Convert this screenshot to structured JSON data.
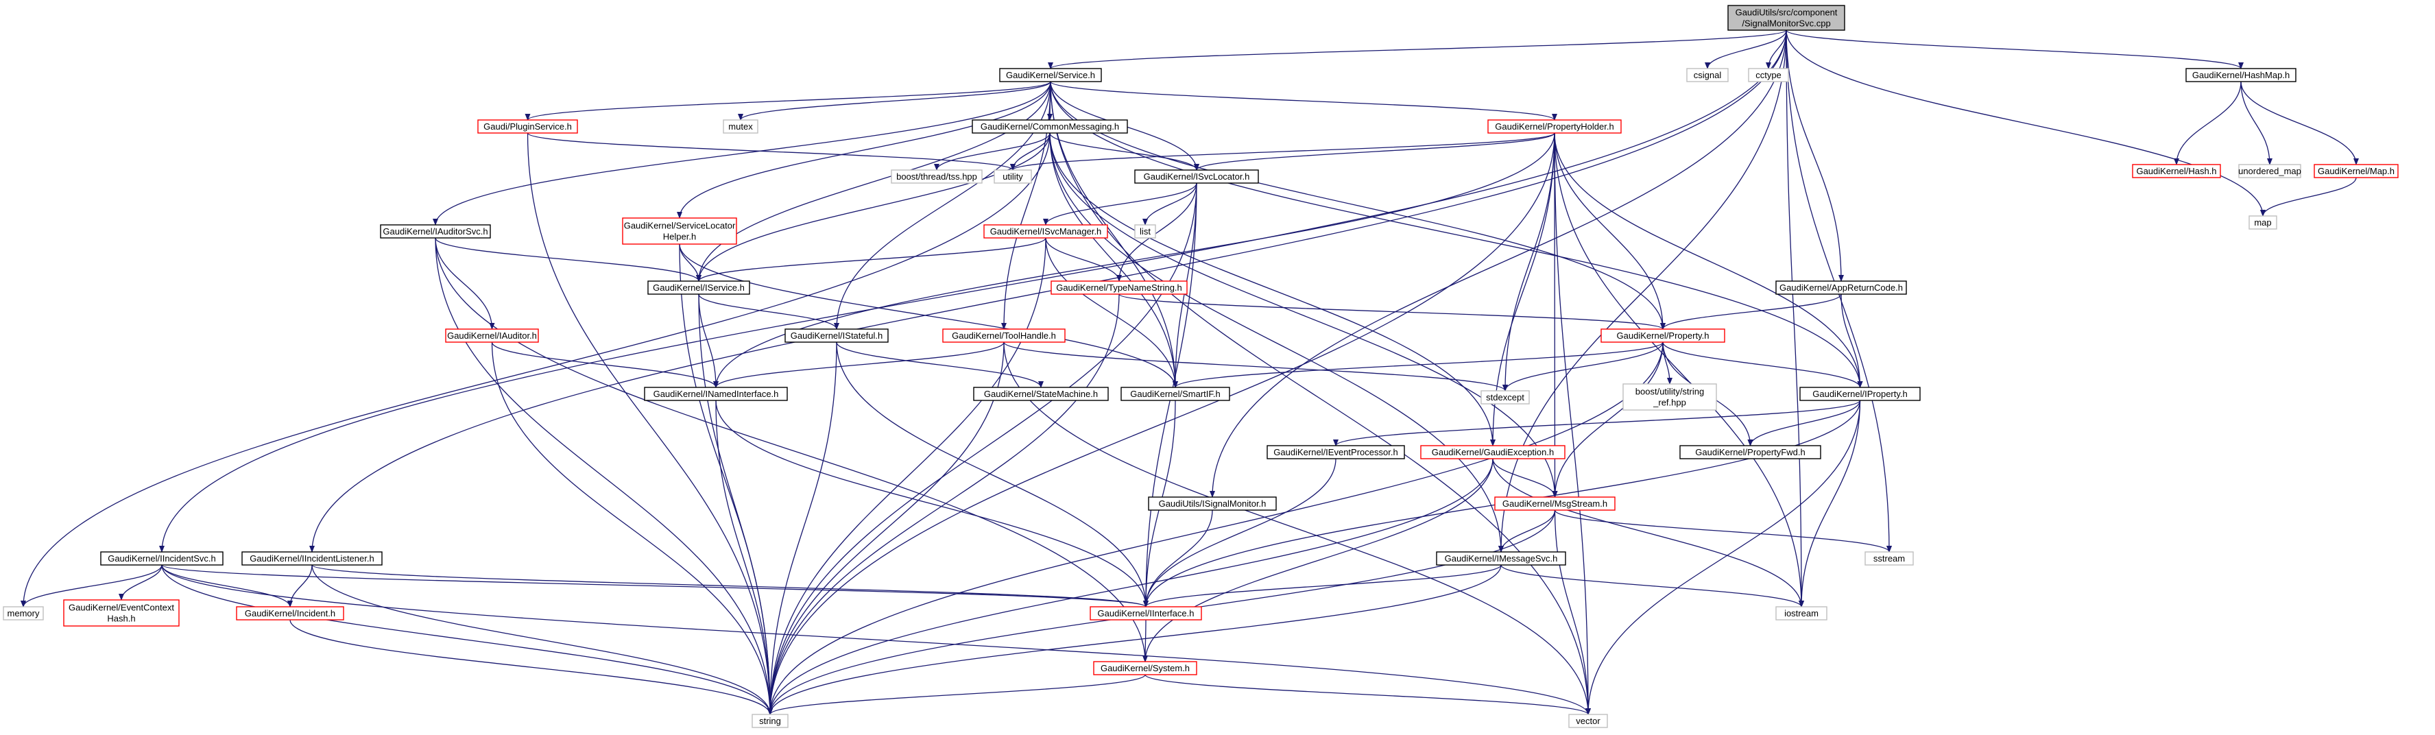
{
  "colors": {
    "background": "#ffffff",
    "edge": "#191970",
    "border_documented": "#000000",
    "border_undocumented": "#bfbfbf",
    "border_truncated": "#ff0000",
    "root_fill": "#bfbfbf",
    "fill": "#ffffff"
  },
  "nodes": [
    {
      "id": "root",
      "style": "root",
      "lines": [
        "GaudiUtils/src/component",
        "/SignalMonitorSvc.cpp"
      ]
    },
    {
      "id": "service",
      "style": "doc",
      "lines": [
        "GaudiKernel/Service.h"
      ]
    },
    {
      "id": "csignal",
      "style": "sys",
      "lines": [
        "csignal"
      ]
    },
    {
      "id": "cctype",
      "style": "sys",
      "lines": [
        "cctype"
      ]
    },
    {
      "id": "hashmap",
      "style": "doc",
      "lines": [
        "GaudiKernel/HashMap.h"
      ]
    },
    {
      "id": "hash",
      "style": "red",
      "lines": [
        "GaudiKernel/Hash.h"
      ]
    },
    {
      "id": "unordered_map",
      "style": "sys",
      "lines": [
        "unordered_map"
      ]
    },
    {
      "id": "mapH",
      "style": "red",
      "lines": [
        "GaudiKernel/Map.h"
      ]
    },
    {
      "id": "map",
      "style": "sys",
      "lines": [
        "map"
      ]
    },
    {
      "id": "pluginservice",
      "style": "red",
      "lines": [
        "Gaudi/PluginService.h"
      ]
    },
    {
      "id": "mutex",
      "style": "sys",
      "lines": [
        "mutex"
      ]
    },
    {
      "id": "commonmessaging",
      "style": "doc",
      "lines": [
        "GaudiKernel/CommonMessaging.h"
      ]
    },
    {
      "id": "propertyholder",
      "style": "red",
      "lines": [
        "GaudiKernel/PropertyHolder.h"
      ]
    },
    {
      "id": "boostthread",
      "style": "sys",
      "lines": [
        "boost/thread/tss.hpp"
      ]
    },
    {
      "id": "utility",
      "style": "sys",
      "lines": [
        "utility"
      ]
    },
    {
      "id": "isvclocator",
      "style": "doc",
      "lines": [
        "GaudiKernel/ISvcLocator.h"
      ]
    },
    {
      "id": "list",
      "style": "sys",
      "lines": [
        "list"
      ]
    },
    {
      "id": "iauditorsvc",
      "style": "doc",
      "lines": [
        "GaudiKernel/IAuditorSvc.h"
      ]
    },
    {
      "id": "servicelocator",
      "style": "red",
      "lines": [
        "GaudiKernel/ServiceLocator",
        "Helper.h"
      ]
    },
    {
      "id": "isvcmanager",
      "style": "red",
      "lines": [
        "GaudiKernel/ISvcManager.h"
      ]
    },
    {
      "id": "typenamestring",
      "style": "red",
      "lines": [
        "GaudiKernel/TypeNameString.h"
      ]
    },
    {
      "id": "appreturncode",
      "style": "doc",
      "lines": [
        "GaudiKernel/AppReturnCode.h"
      ]
    },
    {
      "id": "iservice",
      "style": "doc",
      "lines": [
        "GaudiKernel/IService.h"
      ]
    },
    {
      "id": "iauditor",
      "style": "red",
      "lines": [
        "GaudiKernel/IAuditor.h"
      ]
    },
    {
      "id": "istateful",
      "style": "doc",
      "lines": [
        "GaudiKernel/IStateful.h"
      ]
    },
    {
      "id": "toolhandle",
      "style": "red",
      "lines": [
        "GaudiKernel/ToolHandle.h"
      ]
    },
    {
      "id": "property",
      "style": "red",
      "lines": [
        "GaudiKernel/Property.h"
      ]
    },
    {
      "id": "stdexcept",
      "style": "sys",
      "lines": [
        "stdexcept"
      ]
    },
    {
      "id": "boostutility",
      "style": "sys",
      "lines": [
        "boost/utility/string",
        "_ref.hpp"
      ]
    },
    {
      "id": "iproperty",
      "style": "doc",
      "lines": [
        "GaudiKernel/IProperty.h"
      ]
    },
    {
      "id": "inamedinterface",
      "style": "doc",
      "lines": [
        "GaudiKernel/INamedInterface.h"
      ]
    },
    {
      "id": "statemachine",
      "style": "doc",
      "lines": [
        "GaudiKernel/StateMachine.h"
      ]
    },
    {
      "id": "smartif",
      "style": "doc",
      "lines": [
        "GaudiKernel/SmartIF.h"
      ]
    },
    {
      "id": "ieventprocessor",
      "style": "doc",
      "lines": [
        "GaudiKernel/IEventProcessor.h"
      ]
    },
    {
      "id": "gaudiexception",
      "style": "red",
      "lines": [
        "GaudiKernel/GaudiException.h"
      ]
    },
    {
      "id": "propertyfwd",
      "style": "doc",
      "lines": [
        "GaudiKernel/PropertyFwd.h"
      ]
    },
    {
      "id": "isignalmonitor",
      "style": "doc",
      "lines": [
        "GaudiUtils/ISignalMonitor.h"
      ]
    },
    {
      "id": "msgstream",
      "style": "red",
      "lines": [
        "GaudiKernel/MsgStream.h"
      ]
    },
    {
      "id": "sstream",
      "style": "sys",
      "lines": [
        "sstream"
      ]
    },
    {
      "id": "iincidentsvc",
      "style": "doc",
      "lines": [
        "GaudiKernel/IIncidentSvc.h"
      ]
    },
    {
      "id": "iincidentlistener",
      "style": "doc",
      "lines": [
        "GaudiKernel/IIncidentListener.h"
      ]
    },
    {
      "id": "imessagesvc",
      "style": "doc",
      "lines": [
        "GaudiKernel/IMessageSvc.h"
      ]
    },
    {
      "id": "memory",
      "style": "sys",
      "lines": [
        "memory"
      ]
    },
    {
      "id": "eventcontexthash",
      "style": "red",
      "lines": [
        "GaudiKernel/EventContext",
        "Hash.h"
      ]
    },
    {
      "id": "iincident",
      "style": "red",
      "lines": [
        "GaudiKernel/Incident.h"
      ]
    },
    {
      "id": "iinterface",
      "style": "red",
      "lines": [
        "GaudiKernel/IInterface.h"
      ]
    },
    {
      "id": "iostream",
      "style": "sys",
      "lines": [
        "iostream"
      ]
    },
    {
      "id": "system",
      "style": "red",
      "lines": [
        "GaudiKernel/System.h"
      ]
    },
    {
      "id": "string",
      "style": "sys",
      "lines": [
        "string"
      ]
    },
    {
      "id": "vector",
      "style": "sys",
      "lines": [
        "vector"
      ]
    }
  ],
  "edges": [
    [
      "root",
      "service"
    ],
    [
      "root",
      "csignal"
    ],
    [
      "root",
      "cctype"
    ],
    [
      "root",
      "hashmap"
    ],
    [
      "root",
      "iincidentsvc"
    ],
    [
      "root",
      "iincidentlistener"
    ],
    [
      "root",
      "isignalmonitor"
    ],
    [
      "root",
      "appreturncode"
    ],
    [
      "root",
      "map"
    ],
    [
      "root",
      "sstream"
    ],
    [
      "root",
      "iostream"
    ],
    [
      "root",
      "imessagesvc"
    ],
    [
      "hashmap",
      "hash"
    ],
    [
      "hashmap",
      "unordered_map"
    ],
    [
      "hashmap",
      "mapH"
    ],
    [
      "mapH",
      "map"
    ],
    [
      "service",
      "pluginservice"
    ],
    [
      "service",
      "mutex"
    ],
    [
      "service",
      "commonmessaging"
    ],
    [
      "service",
      "propertyholder"
    ],
    [
      "service",
      "isvclocator"
    ],
    [
      "service",
      "iauditorsvc"
    ],
    [
      "service",
      "servicelocator"
    ],
    [
      "service",
      "iservice"
    ],
    [
      "service",
      "istateful"
    ],
    [
      "service",
      "toolhandle"
    ],
    [
      "service",
      "property"
    ],
    [
      "service",
      "iproperty"
    ],
    [
      "service",
      "smartif"
    ],
    [
      "service",
      "vector"
    ],
    [
      "pluginservice",
      "string"
    ],
    [
      "pluginservice",
      "utility"
    ],
    [
      "commonmessaging",
      "boostthread"
    ],
    [
      "commonmessaging",
      "utility"
    ],
    [
      "commonmessaging",
      "isvclocator"
    ],
    [
      "commonmessaging",
      "iservice"
    ],
    [
      "commonmessaging",
      "smartif"
    ],
    [
      "commonmessaging",
      "gaudiexception"
    ],
    [
      "commonmessaging",
      "msgstream"
    ],
    [
      "commonmessaging",
      "imessagesvc"
    ],
    [
      "commonmessaging",
      "memory"
    ],
    [
      "propertyholder",
      "utility"
    ],
    [
      "propertyholder",
      "isvclocator"
    ],
    [
      "propertyholder",
      "inamedinterface"
    ],
    [
      "propertyholder",
      "property"
    ],
    [
      "propertyholder",
      "iproperty"
    ],
    [
      "propertyholder",
      "stdexcept"
    ],
    [
      "propertyholder",
      "msgstream"
    ],
    [
      "propertyholder",
      "iostream"
    ],
    [
      "propertyholder",
      "string"
    ],
    [
      "propertyholder",
      "vector"
    ],
    [
      "propertyholder",
      "gaudiexception"
    ],
    [
      "isvclocator",
      "list"
    ],
    [
      "isvclocator",
      "isvcmanager"
    ],
    [
      "isvclocator",
      "typenamestring"
    ],
    [
      "isvclocator",
      "smartif"
    ],
    [
      "isvclocator",
      "iinterface"
    ],
    [
      "isvclocator",
      "string"
    ],
    [
      "iauditorsvc",
      "iservice"
    ],
    [
      "iauditorsvc",
      "iauditor"
    ],
    [
      "iauditorsvc",
      "system"
    ],
    [
      "iauditorsvc",
      "string"
    ],
    [
      "servicelocator",
      "iservice"
    ],
    [
      "servicelocator",
      "smartif"
    ],
    [
      "servicelocator",
      "string"
    ],
    [
      "isvcmanager",
      "iservice"
    ],
    [
      "isvcmanager",
      "typenamestring"
    ],
    [
      "isvcmanager",
      "smartif"
    ],
    [
      "isvcmanager",
      "string"
    ],
    [
      "typenamestring",
      "property"
    ],
    [
      "typenamestring",
      "string"
    ],
    [
      "appreturncode",
      "property"
    ],
    [
      "appreturncode",
      "iproperty"
    ],
    [
      "iservice",
      "inamedinterface"
    ],
    [
      "iservice",
      "istateful"
    ],
    [
      "iservice",
      "string"
    ],
    [
      "iauditor",
      "inamedinterface"
    ],
    [
      "iauditor",
      "string"
    ],
    [
      "istateful",
      "statemachine"
    ],
    [
      "istateful",
      "iinterface"
    ],
    [
      "istateful",
      "string"
    ],
    [
      "toolhandle",
      "inamedinterface"
    ],
    [
      "toolhandle",
      "stdexcept"
    ],
    [
      "toolhandle",
      "string"
    ],
    [
      "toolhandle",
      "vector"
    ],
    [
      "property",
      "smartif"
    ],
    [
      "property",
      "stdexcept"
    ],
    [
      "property",
      "boostutility"
    ],
    [
      "property",
      "iproperty"
    ],
    [
      "property",
      "propertyfwd"
    ],
    [
      "property",
      "msgstream"
    ],
    [
      "property",
      "string"
    ],
    [
      "iproperty",
      "ieventprocessor"
    ],
    [
      "iproperty",
      "propertyfwd"
    ],
    [
      "iproperty",
      "iinterface"
    ],
    [
      "iproperty",
      "iostream"
    ],
    [
      "iproperty",
      "vector"
    ],
    [
      "inamedinterface",
      "iinterface"
    ],
    [
      "inamedinterface",
      "string"
    ],
    [
      "smartif",
      "iinterface"
    ],
    [
      "ieventprocessor",
      "iinterface"
    ],
    [
      "gaudiexception",
      "msgstream"
    ],
    [
      "gaudiexception",
      "system"
    ],
    [
      "gaudiexception",
      "iostream"
    ],
    [
      "gaudiexception",
      "string"
    ],
    [
      "isignalmonitor",
      "iinterface"
    ],
    [
      "msgstream",
      "imessagesvc"
    ],
    [
      "msgstream",
      "sstream"
    ],
    [
      "msgstream",
      "string"
    ],
    [
      "msgstream",
      "vector"
    ],
    [
      "iincidentsvc",
      "memory"
    ],
    [
      "iincidentsvc",
      "eventcontexthash"
    ],
    [
      "iincidentsvc",
      "iincident"
    ],
    [
      "iincidentsvc",
      "iinterface"
    ],
    [
      "iincidentsvc",
      "string"
    ],
    [
      "iincidentsvc",
      "vector"
    ],
    [
      "iincidentlistener",
      "iincident"
    ],
    [
      "iincidentlistener",
      "iinterface"
    ],
    [
      "iincidentlistener",
      "string"
    ],
    [
      "iincident",
      "string"
    ],
    [
      "imessagesvc",
      "iinterface"
    ],
    [
      "imessagesvc",
      "iostream"
    ],
    [
      "imessagesvc",
      "string"
    ],
    [
      "iinterface",
      "system"
    ],
    [
      "system",
      "string"
    ],
    [
      "system",
      "vector"
    ]
  ]
}
